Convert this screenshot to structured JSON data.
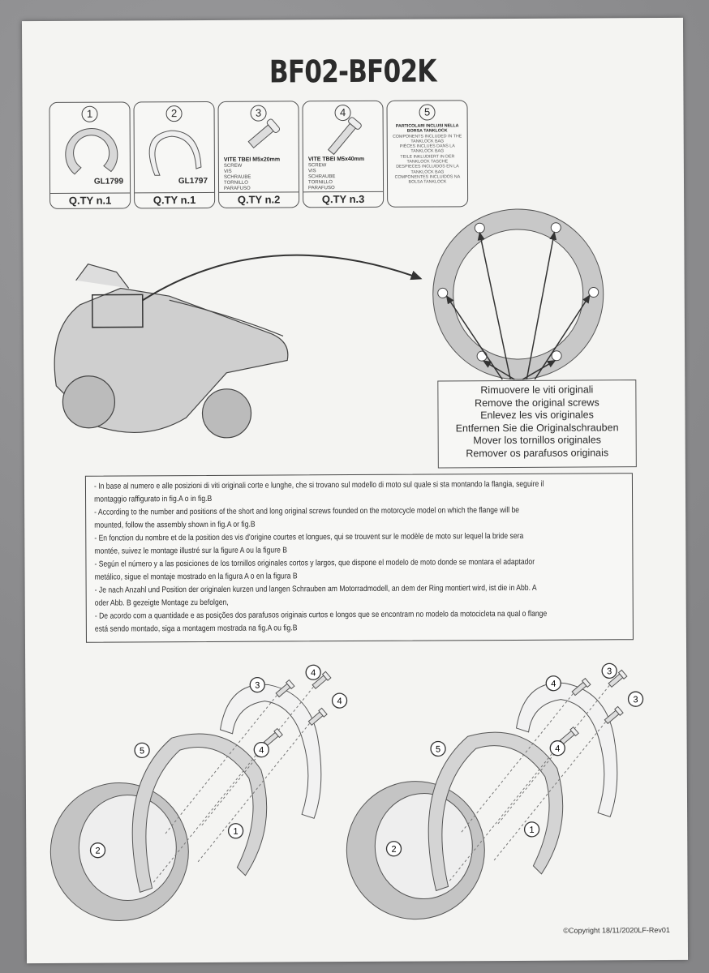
{
  "title": "BF02-BF02K",
  "parts": [
    {
      "number": "1",
      "code": "GL1799",
      "qty": "Q.TY n.1"
    },
    {
      "number": "2",
      "code": "GL1797",
      "qty": "Q.TY n.1"
    },
    {
      "number": "3",
      "spec_title": "VITE TBEI M5x20mm",
      "spec_lines": [
        "SCREW",
        "VIS",
        "SCHRAUBE",
        "TORNILLO",
        "PARAFUSO"
      ],
      "qty": "Q.TY n.2"
    },
    {
      "number": "4",
      "spec_title": "VITE TBEI M5x40mm",
      "spec_lines": [
        "SCREW",
        "VIS",
        "SCHRAUBE",
        "TORNILLO",
        "PARAFUSO"
      ],
      "qty": "Q.TY n.3"
    },
    {
      "number": "5",
      "comp_title": "PARTICOLARI INCLUSI NELLA BORSA TANKLOCK",
      "comp_lines": [
        "COMPONENTS INCLUDED IN THE TANKLOCK BAG",
        "PIÈCES INCLUES DANS LA TANKLOCK BAG",
        "TEILE INKLUDIERT IN DER TANKLOCK TASCHE",
        "DESPIECES INCLUIDOS EN LA TANKLOCK BAG",
        "COMPONENTES INCLUIDOS NA BOLSA TANKLOCK"
      ]
    }
  ],
  "remove_screws": [
    "Rimuovere le viti originali",
    "Remove the original screws",
    "Enlevez  les vis originales",
    "Entfernen Sie die Originalschrauben",
    "Mover los tornillos originales",
    "Remover os parafusos originais"
  ],
  "notes": [
    "- In base al numero e alle posizioni di viti originali corte e lunghe, che si trovano sul modello di moto sul quale si sta montando la flangia, seguire il",
    "montaggio raffigurato in fig.A o in fig.B",
    "- According to the number and positions of the short and long original screws founded on the motorcycle model on which the flange will be",
    "mounted, follow the assembly shown in fig.A or fig.B",
    " - En fonction du nombre et de la position des vis d'origine courtes et longues, qui se trouvent sur le modèle de moto sur lequel la bride sera",
    "montée, suivez le montage illustré sur la figure A ou la figure B",
    "- Según el número y a las posiciones de los tornillos originales cortos y largos, que dispone el modelo de moto donde se montara el adaptador",
    "metálico, sigue el montaje mostrado en la figura A o en la figura B",
    "- Je nach Anzahl und Position der originalen kurzen und langen Schrauben am Motorradmodell, an dem der Ring montiert wird, ist die in Abb. A",
    "oder Abb. B gezeigte Montage zu befolgen,",
    "- De acordo com a quantidade e as posições dos parafusos originais curtos e longos que se encontram no modelo da motocicleta na qual o flange",
    "está sendo montado, siga a montagem mostrada na fig.A ou fig.B"
  ],
  "callouts_a": [
    "3",
    "4",
    "4",
    "4",
    "5",
    "1",
    "2"
  ],
  "callouts_b": [
    "4",
    "3",
    "3",
    "4",
    "5",
    "1",
    "2"
  ],
  "copyright": "©Copyright 18/11/2020LF-Rev01"
}
